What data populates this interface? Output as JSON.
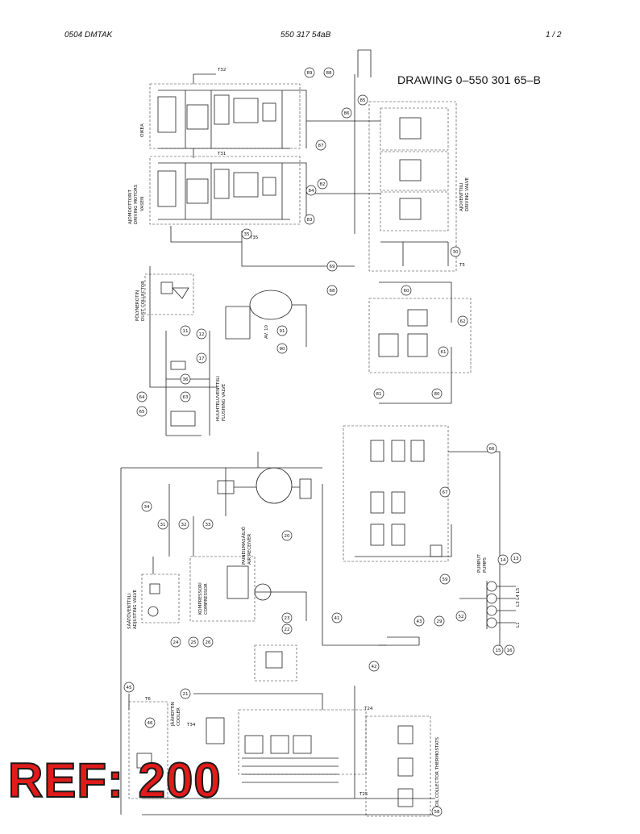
{
  "header": {
    "left": "0504   DMTAK",
    "center": "550 317 54aB",
    "right": "1 /   2"
  },
  "drawing_title": "DRAWING 0–550 301 65–B",
  "ref_stamp": "REF: 200",
  "labels": {
    "oikea": "OIKEA",
    "vasen": "VASEN",
    "ajomoottorit": "AJOMOOTTORIT",
    "driving_motors": "DRIVING MOTORS",
    "ajoventtiili": "AJOVENTTIILI",
    "driving_valve": "DRIVING VALVE",
    "polyherotin": "PÖLYNEROTIN",
    "dust_collector": "DUST COLLECTOR",
    "huuhteluventtiili": "HUUHTELUVENTTIILI",
    "flushing_valve": "FLUSHING VALVE",
    "paineilmasailio": "PAINEILMASÄILIÖ",
    "air_receiver": "AIR RECEIVER",
    "saatoventtiili": "SÄÄTÖVENTTIILI",
    "adjusting_valve": "ADJUSTING VALVE",
    "kompressori": "KOMPRESSORI",
    "compressor": "COMPRESSOR",
    "pumput": "PUMPUT",
    "pumps": "PUMPS",
    "jaahdytin": "JÄÄHDYTIN",
    "cooler": "COOLER",
    "oil_collector_thermostats": "OIL COLLECTOR THERMOSTATS",
    "av10": "AV. 10",
    "t32": "T32",
    "t31": "T31",
    "t35": "T35",
    "t5": "T5",
    "t6": "T6",
    "t24": "T24",
    "t34": "T34",
    "t25": "T25",
    "l1": "L1",
    "l3l4l5": "L3  L4  L5"
  },
  "callouts": {
    "c1": "85",
    "c2": "86",
    "c3": "88",
    "c4": "89",
    "c5": "87",
    "c6": "84",
    "c7": "82",
    "c8": "83",
    "c9": "30",
    "c10": "62",
    "c11": "61",
    "c12": "60",
    "c13": "66",
    "c14": "67",
    "c15": "42",
    "c16": "43",
    "c17": "41",
    "c18": "23",
    "c19": "22",
    "c20": "21",
    "c21": "20",
    "c22": "24",
    "c23": "25",
    "c24": "26",
    "c25": "45",
    "c26": "46",
    "c27": "14",
    "c28": "13",
    "c29": "15",
    "c30": "16",
    "c31": "52",
    "c32": "29",
    "c33": "31",
    "c34": "32",
    "c35": "33",
    "c36": "34",
    "c37": "35",
    "c38": "90",
    "c39": "91",
    "c40": "68",
    "c41": "69",
    "c42": "11",
    "c43": "12",
    "c44": "17",
    "c45": "36",
    "c46": "63",
    "c47": "64",
    "c48": "65",
    "c49": "81",
    "c50": "80",
    "c51": "59",
    "c52": "58"
  }
}
